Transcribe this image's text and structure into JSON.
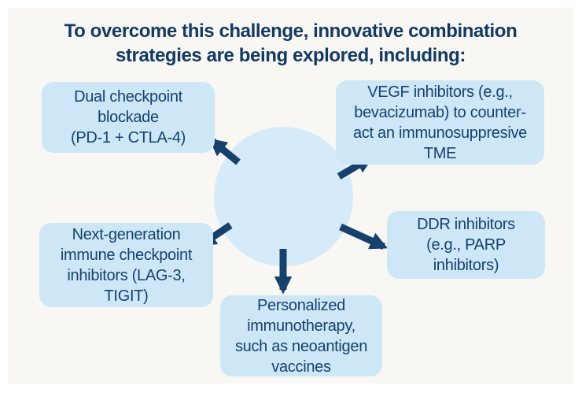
{
  "page": {
    "background_color": "#f8f7f4",
    "frame_color": "#ffffff"
  },
  "title": {
    "text": "To overcome this challenge, innovative combination\nstrategies are being explored, including:",
    "color": "#133a61"
  },
  "diagram": {
    "type": "radial-spoke",
    "center_circle": {
      "label": "",
      "color": "#d6ebf9"
    },
    "box_color": "#cee7f7",
    "text_color": "#15406e",
    "arrow_color": "#17416d",
    "nodes": [
      {
        "id": "dual-checkpoint-blockade",
        "position": "top-left",
        "text": "Dual checkpoint\nblockade\n(PD-1 + CTLA-4)"
      },
      {
        "id": "vegf-inhibitors",
        "position": "top-right",
        "text": "VEGF inhibitors (e.g.,\nbevacizumab) to counter-\nact an immunosuppresive\nTME"
      },
      {
        "id": "next-gen-checkpoint-inhibitors",
        "position": "middle-left",
        "text": "Next-generation\nimmune checkpoint\ninhibitors (LAG-3,\nTIGIT)"
      },
      {
        "id": "ddr-inhibitors",
        "position": "middle-right",
        "text": "DDR inhibitors\n(e.g., PARP\ninhibitors)"
      },
      {
        "id": "personalized-immunotherapy",
        "position": "bottom-center",
        "text": "Personalized\nimmunotherapy,\nsuch as neoantigen\nvaccines"
      }
    ]
  }
}
